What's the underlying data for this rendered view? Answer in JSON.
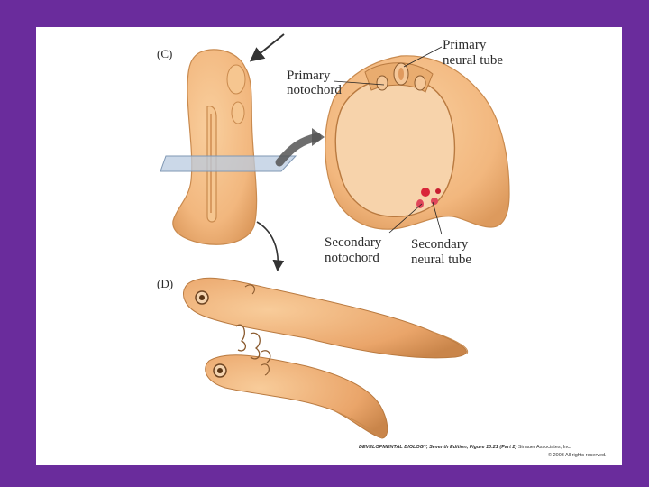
{
  "figure": {
    "panel_c_label": "(C)",
    "panel_d_label": "(D)",
    "labels": {
      "primary_neural_tube": [
        "Primary",
        "neural tube"
      ],
      "primary_notochord": [
        "Primary",
        "notochord"
      ],
      "secondary_notochord": [
        "Secondary",
        "notochord"
      ],
      "secondary_neural_tube": [
        "Secondary",
        "neural tube"
      ]
    },
    "credit": {
      "line1_book": "DEVELOPMENTAL BIOLOGY, Seventh Edition, Figure 10.21 (Part 2)",
      "line1_publisher": "Sinauer Associates, Inc.",
      "line2": "© 2003 All rights reserved."
    }
  },
  "colors": {
    "background": "#6a2c9c",
    "embryo_fill": "#f2b77e",
    "embryo_outline": "#c98a4e",
    "plane_fill": "#b9cbe0",
    "arrow": "#333333"
  }
}
